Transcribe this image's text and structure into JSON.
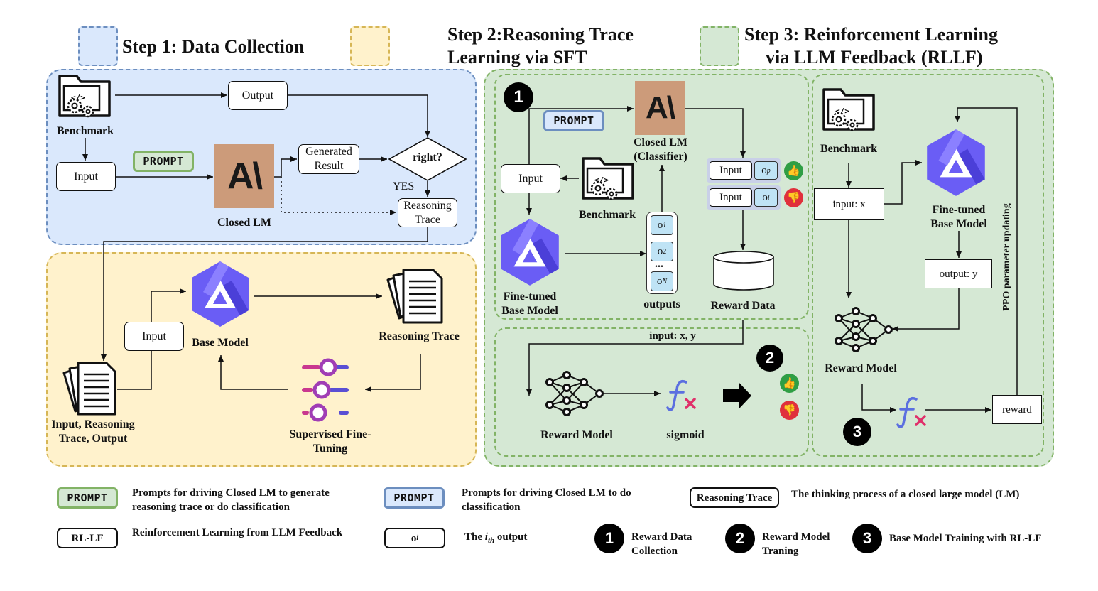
{
  "steps": {
    "step1": "Step 1:  Data Collection",
    "step2_line1": "Step 2:Reasoning Trace",
    "step2_line2": "Learning via SFT",
    "step3_line1": "Step 3: Reinforcement Learning",
    "step3_line2": "via LLM Feedback (RLLF)"
  },
  "colors": {
    "blue_fill": "#dae8fc",
    "blue_border": "#6c8ebf",
    "yellow_fill": "#fff2cc",
    "yellow_border": "#d6b656",
    "green_fill": "#d5e8d4",
    "green_border": "#82b366"
  },
  "step1": {
    "benchmark": "Benchmark",
    "output": "Output",
    "input": "Input",
    "prompt": "PROMPT",
    "closed_lm": "Closed LM",
    "generated_result": "Generated Result",
    "right": "right?",
    "yes": "YES",
    "reasoning_trace": "Reasoning Trace"
  },
  "sft": {
    "input": "Input",
    "base_model": "Base Model",
    "reasoning_trace": "Reasoning Trace",
    "input_reasoning_output": "Input, Reasoning Trace, Output",
    "supervised_fine_tuning": "Supervised Fine-Tuning"
  },
  "rllf": {
    "num1": "1",
    "num2": "2",
    "num3": "3",
    "prompt": "PROMPT",
    "closed_lm_classifier": "Closed LM (Classifier)",
    "input": "Input",
    "benchmark": "Benchmark",
    "fine_tuned": "Fine-tuned Base Model",
    "o1": "o",
    "o1_sub": "1",
    "o2": "o",
    "o2_sub": "2",
    "dots": "...",
    "oN": "o",
    "oN_sub": "N",
    "outputs": "outputs",
    "pair_input": "Input",
    "op": "o",
    "op_sub": "p",
    "ol": "o",
    "ol_sub": "l",
    "reward_data": "Reward  Data",
    "input_xy": "input: x, y",
    "reward_model": "Reward Model",
    "sigmoid": "sigmoid",
    "benchmark3": "Benchmark",
    "input_x": "input: x",
    "fine_tuned3": "Fine-tuned Base Model",
    "output_y": "output: y",
    "reward_model3": "Reward Model",
    "reward": "reward",
    "ppo": "PPO parameter updating"
  },
  "legend": {
    "prompt_green": "PROMPT",
    "prompt_green_desc": "Prompts for driving Closed LM to generate reasoning trace or do classification",
    "prompt_blue": "PROMPT",
    "prompt_blue_desc": "Prompts for driving Closed LM to do classification",
    "trace_box": "Reasoning Trace",
    "trace_desc": "The thinking process of a closed large model (LM)",
    "rllf_box": "RL-LF",
    "rllf_desc": "Reinforcement Learning from LLM Feedback",
    "oi_box": "o",
    "oi_sub": "i",
    "oi_desc_pre": "The ",
    "oi_desc_i": "i",
    "oi_desc_th": "th",
    "oi_desc_post": " output",
    "n1": "1",
    "n1_desc": "Reward Data Collection",
    "n2": "2",
    "n2_desc": "Reward Model Traning",
    "n3": "3",
    "n3_desc": "Base Model Training with RL-LF"
  }
}
